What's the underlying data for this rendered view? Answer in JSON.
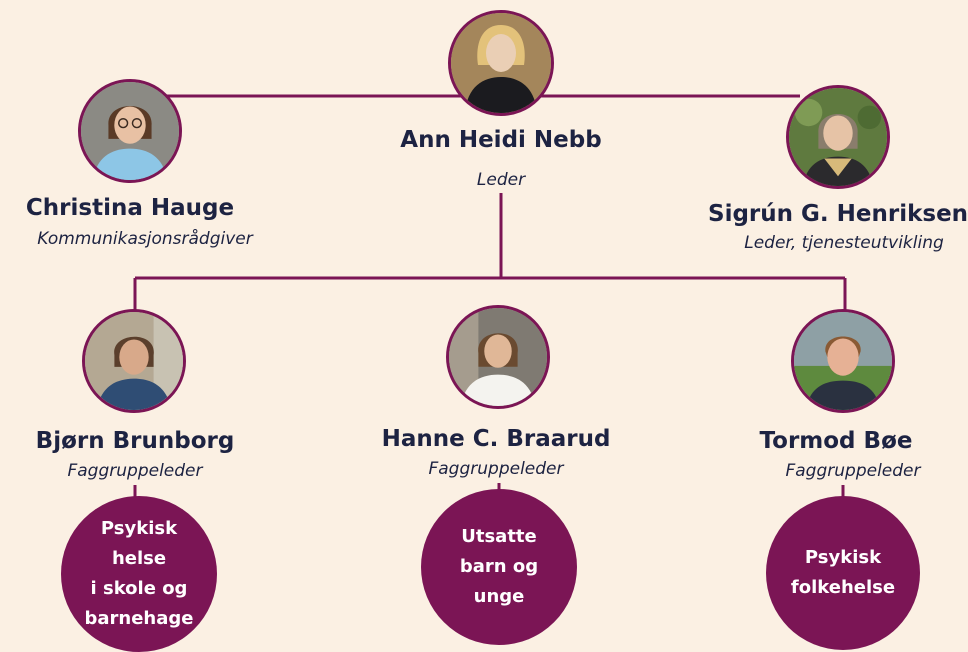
{
  "colors": {
    "background": "#fbf0e3",
    "accent": "#7b1555",
    "text": "#1d2342"
  },
  "leader": {
    "name": "Ann Heidi Nebb",
    "role": "Leder"
  },
  "staff": [
    {
      "name": "Christina Hauge",
      "role": "Kommunikasjonsrådgiver"
    },
    {
      "name": "Sigrún G. Henriksen",
      "role": "Leder, tjenesteutvikling"
    }
  ],
  "team_leads": [
    {
      "name": "Bjørn Brunborg",
      "role": "Faggruppeleder",
      "group": "Psykisk helse\ni skole og\nbarnehage"
    },
    {
      "name": "Hanne C. Braarud",
      "role": "Faggruppeleder",
      "group": "Utsatte\nbarn og\nunge"
    },
    {
      "name": "Tormod Bøe",
      "role": "Faggruppeleder",
      "group": "Psykisk\nfolkehelse"
    }
  ]
}
